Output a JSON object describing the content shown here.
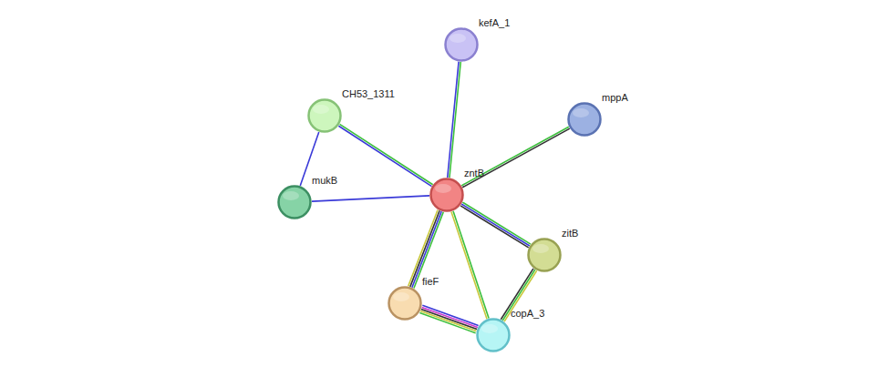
{
  "diagram": {
    "nodes": [
      {
        "text": [
          "kefA_1"
        ]
      },
      {
        "text": [
          "mppA"
        ]
      },
      {
        "text": [
          "CH53_1311"
        ]
      },
      {
        "text": [
          "zntB"
        ]
      },
      {
        "text": [
          "mukB"
        ]
      },
      {
        "text": [
          "zitB"
        ]
      },
      {
        "text": [
          "fieF"
        ]
      },
      {
        "text": [
          "copA_3"
        ]
      }
    ],
    "edges": [
      {
        "from": 3,
        "to": 0,
        "arrow": "none"
      },
      {
        "from": 3,
        "to": 1,
        "arrow": "none"
      },
      {
        "from": 3,
        "to": 2,
        "arrow": "none"
      },
      {
        "from": 3,
        "to": 4,
        "arrow": "none"
      },
      {
        "from": 2,
        "to": 4,
        "arrow": "none"
      },
      {
        "from": 3,
        "to": 5,
        "arrow": "none"
      },
      {
        "from": 3,
        "to": 6,
        "arrow": "none"
      },
      {
        "from": 3,
        "to": 7,
        "arrow": "none"
      },
      {
        "from": 5,
        "to": 7,
        "arrow": "none"
      },
      {
        "from": 6,
        "to": 7,
        "arrow": "none"
      }
    ]
  }
}
